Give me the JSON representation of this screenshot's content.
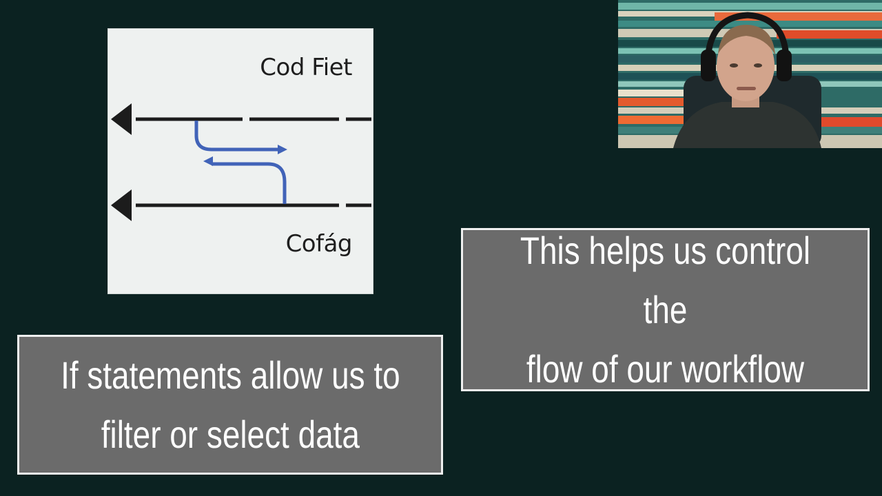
{
  "diagram": {
    "label_top": "Cod Fiet",
    "label_bottom": "Cofág"
  },
  "captions": {
    "left": "If statements allow us to\nfilter or select data",
    "right": "This helps us control the\nflow of our workflow"
  },
  "colors": {
    "background": "#0b2221",
    "caption_box": "#6b6b6b",
    "diagram_arrow": "#4163b8"
  }
}
